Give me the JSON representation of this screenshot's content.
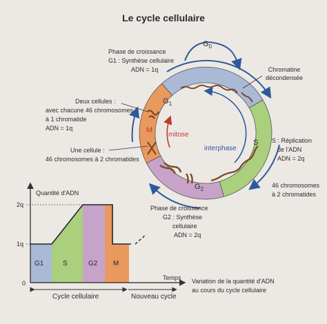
{
  "title": "Le cycle cellulaire",
  "cycle": {
    "g0": "G",
    "g0_sub": "0",
    "g1": "G",
    "g1_sub": "1",
    "g2": "G",
    "g2_sub": "2",
    "s": "S",
    "m": "M",
    "mitose": "mitose",
    "interphase": "interphase"
  },
  "annotations": {
    "croissance1": [
      "Phase de croissance",
      "G1 : Synthèse cellulaire",
      "ADN = 1q"
    ],
    "chromatine": [
      "Chromatine",
      "décondensée"
    ],
    "deux_cellules": [
      "Deux cellules :",
      "avec chacune 46 chromosomes",
      "à 1 chromatide",
      "ADN = 1q"
    ],
    "une_cellule": [
      "Une cellule :",
      "46 chromosomes à 2 chromatides"
    ],
    "replication": [
      "S : Réplication",
      "de l'ADN",
      "ADN = 2q"
    ],
    "chromosomes46": [
      "46 chromosomes",
      "à 2 chromatides"
    ],
    "croissance2": [
      "Phase de croissance",
      "G2 : Synthèse",
      "cellulaire",
      "ADN = 2q"
    ],
    "variation": [
      "Variation de la quantité d'ADN",
      "au cours du cycle cellulaire"
    ]
  },
  "graph": {
    "ylabel": "Quantité d'ADN",
    "y_2q": "2q",
    "y_1q": "1q",
    "y_0": "0",
    "xlabel": "Temps",
    "bar_labels": [
      "G1",
      "S",
      "G2",
      "M"
    ],
    "cycle_label": "Cycle cellulaire",
    "new_cycle_label": "Nouveau cycle"
  },
  "colors": {
    "g1": "#a9b9d6",
    "s": "#aacf7d",
    "g2": "#c7a3c9",
    "m": "#e9995e",
    "arrow": "#2f5a9a",
    "mitose": "#c0392b"
  }
}
